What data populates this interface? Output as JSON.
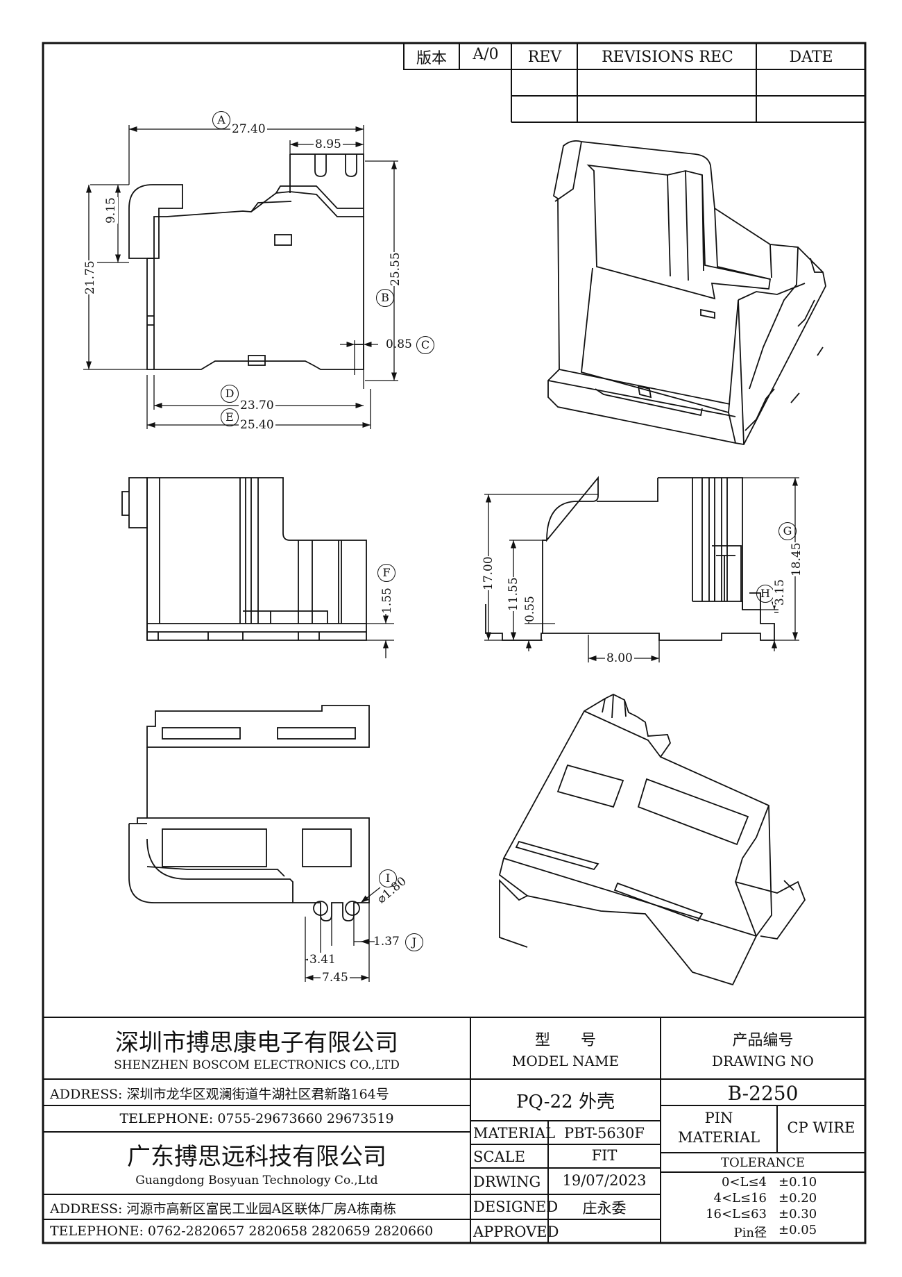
{
  "revision_block": {
    "version_label": "版本",
    "version_value": "A/0",
    "rev_header": "REV",
    "revisions_header": "REVISIONS REC",
    "date_header": "DATE"
  },
  "dimensions": {
    "A": {
      "callout": "A",
      "value": "27.40"
    },
    "slot_width": "8.95",
    "B": {
      "callout": "B",
      "value": "25.55"
    },
    "C": {
      "callout": "C",
      "value": "0.85"
    },
    "D": {
      "callout": "D",
      "value": "23.70"
    },
    "E": {
      "callout": "E",
      "value": "25.40"
    },
    "left_small": "9.15",
    "left_total": "21.75",
    "F": {
      "callout": "F",
      "value": "1.55"
    },
    "G": {
      "callout": "G",
      "value": "18.45"
    },
    "H": {
      "callout": "H",
      "value": "3.15"
    },
    "side_total": "17.00",
    "side_mid": "11.55",
    "side_small": "0.55",
    "side_width": "8.00",
    "I": {
      "callout": "I",
      "value": "⌀1.80"
    },
    "J": {
      "callout": "J",
      "value": "1.37"
    },
    "pin_pitch": "3.41",
    "pin_span": "7.45"
  },
  "title_block": {
    "company1_cn": "深圳市搏思康电子有限公司",
    "company1_en": "SHENZHEN BOSCOM ELECTRONICS CO.,LTD",
    "address1": "ADDRESS: 深圳市龙华区观澜街道牛湖社区君新路164号",
    "telephone1": "TELEPHONE: 0755-29673660 29673519",
    "company2_cn": "广东搏思远科技有限公司",
    "company2_en": "Guangdong Bosyuan Technology Co.,Ltd",
    "address2": "ADDRESS: 河源市高新区富民工业园A区联体厂房A栋南栋",
    "telephone2": "TELEPHONE: 0762-2820657 2820658 2820659 2820660",
    "model_label_cn": "型　　号",
    "model_label_en": "MODEL NAME",
    "model_value": "PQ-22 外壳",
    "drawing_label_cn": "产品编号",
    "drawing_label_en": "DRAWING NO",
    "drawing_value": "B-2250",
    "material_label": "MATERIAL",
    "material_value": "PBT-5630F",
    "scale_label": "SCALE",
    "scale_value": "FIT",
    "drawing_date_label": "DRWING",
    "drawing_date_value": "19/07/2023",
    "designed_label": "DESIGNED",
    "designed_value": "庄永委",
    "approved_label": "APPROVED",
    "approved_value": "",
    "pin_material_label_1": "PIN",
    "pin_material_label_2": "MATERIAL",
    "pin_material_value": "CP WIRE",
    "tolerance_label": "TOLERANCE",
    "tolerances": [
      {
        "range": "0<L≤4",
        "tol": "±0.10"
      },
      {
        "range": "4<L≤16",
        "tol": "±0.20"
      },
      {
        "range": "16<L≤63",
        "tol": "±0.30"
      },
      {
        "range": "Pin径",
        "tol": "±0.05"
      }
    ]
  }
}
